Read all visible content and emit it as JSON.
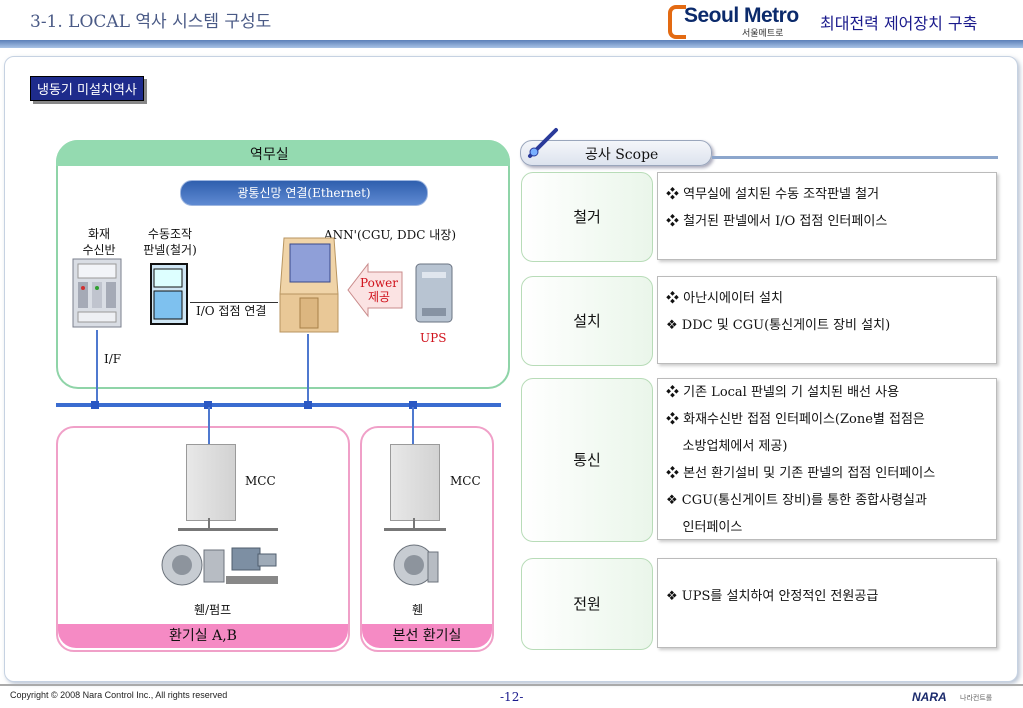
{
  "header": {
    "title": "3-1. LOCAL 역사 시스템 구성도",
    "logo_text": "Seoul Metro",
    "logo_sub": "서울메트로",
    "right_title": "최대전력 제어장치 구축"
  },
  "badge": "냉동기 미설치역사",
  "diagram": {
    "station_room": "역무실",
    "fiber": "광통신망 연결(Ethernet)",
    "fire_panel": "화재\n수신반",
    "manual_panel": "수동조작\n판넬(철거)",
    "ann": "ANN'(CGU, DDC 내장)",
    "power": "Power\n제공",
    "ups": "UPS",
    "io": "I/O 접점 연결",
    "if": "I/F",
    "mcc1": "MCC",
    "mcc2": "MCC",
    "fan_pump": "휀/펌프",
    "fan": "휀",
    "room_ab": "환기실 A,B",
    "room_main": "본선 환기실"
  },
  "scope": {
    "title": "공사 Scope",
    "items": [
      {
        "category": "철거",
        "lines": [
          "❖  역무실에 설치된 수동 조작판넬 철거",
          "❖  철거된 판넬에서 I/O 접점 인터페이스"
        ]
      },
      {
        "category": "설치",
        "lines": [
          "❖ 아난시에이터 설치",
          "❖ DDC 및 CGU(통신게이트 장비 설치)"
        ]
      },
      {
        "category": "통신",
        "lines": [
          "❖ 기존 Local 판넬의 기 설치된 배선 사용",
          "❖ 화재수신반 접점 인터페이스(Zone별 접점은",
          "    소방업체에서 제공)",
          "❖ 본선 환기설비 및 기존 판넬의 접점 인터페이스",
          "❖ CGU(통신게이트 장비)를 통한 종합사령실과",
          "    인터페이스"
        ]
      },
      {
        "category": "전원",
        "lines": [
          "❖ UPS를 설치하여 안정적인 전원공급"
        ]
      }
    ]
  },
  "footer": {
    "copyright": "Copyright ©  2008 Nara Control Inc., All rights reserved",
    "page": "-12-",
    "brand": "NARA",
    "brand_sub": "나라컨트롤"
  },
  "colors": {
    "station_green": "#94dab0",
    "room_pink": "#f58ac4",
    "bus_blue": "#3a6cd0",
    "header_blue": "#4a5a86"
  }
}
